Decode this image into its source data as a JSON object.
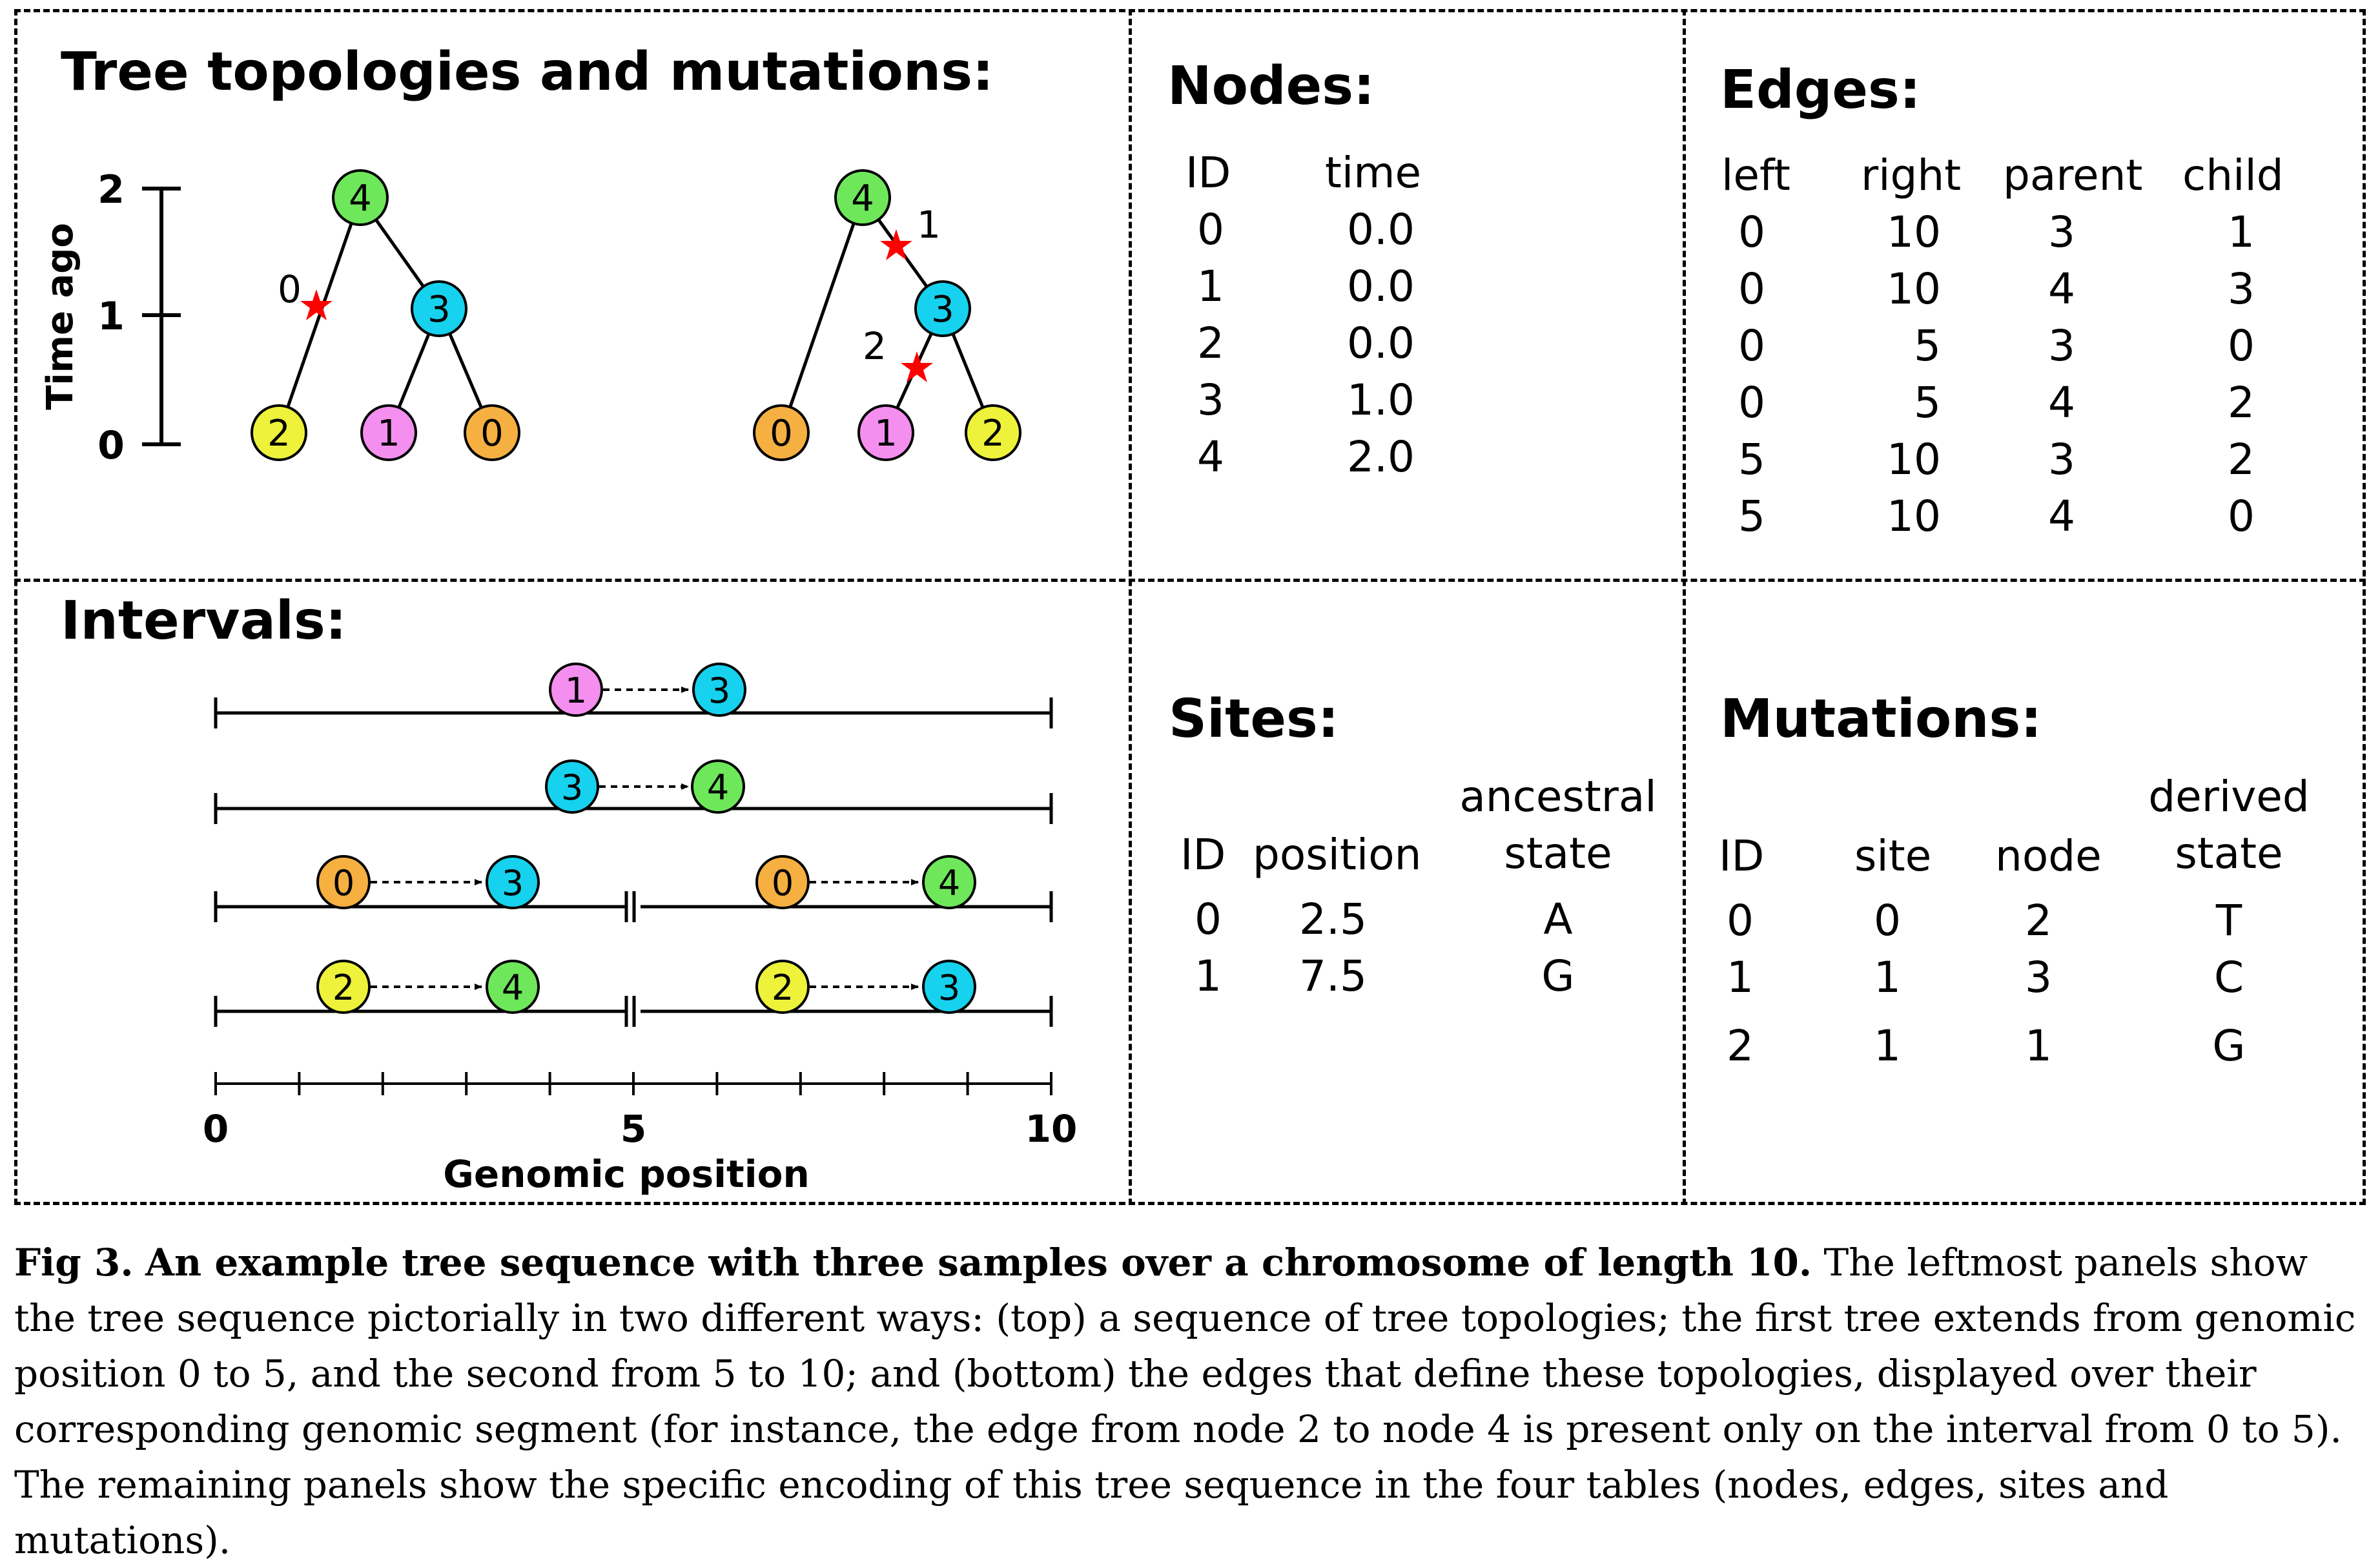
{
  "panels": {
    "trees": {
      "title": "Tree topologies and mutations:",
      "y_axis_label": "Time ago",
      "y_ticks": [
        "2",
        "1",
        "0"
      ],
      "tree1": {
        "nodes": [
          "4",
          "3",
          "2",
          "1",
          "0"
        ],
        "mutation_label": "0"
      },
      "tree2": {
        "nodes": [
          "4",
          "3",
          "0",
          "1",
          "2"
        ],
        "mutation_labels": [
          "1",
          "2"
        ]
      }
    },
    "nodes": {
      "title": "Nodes:",
      "columns": [
        "ID",
        "time"
      ],
      "rows": [
        [
          "0",
          "0.0"
        ],
        [
          "1",
          "0.0"
        ],
        [
          "2",
          "0.0"
        ],
        [
          "3",
          "1.0"
        ],
        [
          "4",
          "2.0"
        ]
      ]
    },
    "edges": {
      "title": "Edges:",
      "columns": [
        "left",
        "right",
        "parent",
        "child"
      ],
      "rows": [
        [
          "0",
          "10",
          "3",
          "1"
        ],
        [
          "0",
          "10",
          "4",
          "3"
        ],
        [
          "0",
          "5",
          "3",
          "0"
        ],
        [
          "0",
          "5",
          "4",
          "2"
        ],
        [
          "5",
          "10",
          "3",
          "2"
        ],
        [
          "5",
          "10",
          "4",
          "0"
        ]
      ]
    },
    "intervals": {
      "title": "Intervals:",
      "x_ticks": [
        "0",
        "5",
        "10"
      ],
      "x_label": "Genomic position",
      "edges": [
        {
          "child": "1",
          "parent": "3"
        },
        {
          "child": "3",
          "parent": "4"
        },
        {
          "child": "0",
          "parent": "3"
        },
        {
          "child": "0",
          "parent": "4"
        },
        {
          "child": "2",
          "parent": "4"
        },
        {
          "child": "2",
          "parent": "3"
        }
      ]
    },
    "sites": {
      "title": "Sites:",
      "columns": [
        "ID",
        "position",
        "ancestral",
        "state"
      ],
      "rows": [
        [
          "0",
          "2.5",
          "A"
        ],
        [
          "1",
          "7.5",
          "G"
        ]
      ]
    },
    "mutations": {
      "title": "Mutations:",
      "columns": [
        "ID",
        "site",
        "node",
        "derived",
        "state"
      ],
      "rows": [
        [
          "0",
          "0",
          "2",
          "T"
        ],
        [
          "1",
          "1",
          "3",
          "C"
        ],
        [
          "2",
          "1",
          "1",
          "G"
        ]
      ]
    }
  },
  "colors": {
    "node_0": "#f5b041",
    "node_1": "#f48ff0",
    "node_2": "#eef23a",
    "node_3": "#16d2ee",
    "node_4": "#6ee85a",
    "mutation_star": "#ff0000"
  },
  "caption": {
    "label": "Fig 3.",
    "bold_text": "An example tree sequence with three samples over a chromosome of length 10.",
    "text": " The leftmost panels show the tree sequence pictorially in two different ways: (top) a sequence of tree topologies; the first tree extends from genomic position 0 to 5, and the second from 5 to 10; and (bottom) the edges that define these topologies, displayed over their corresponding genomic segment (for instance, the edge from node 2 to node 4 is present only on the interval from 0 to 5). The remaining panels show the specific encoding of this tree sequence in the four tables (nodes, edges, sites and mutations)."
  }
}
